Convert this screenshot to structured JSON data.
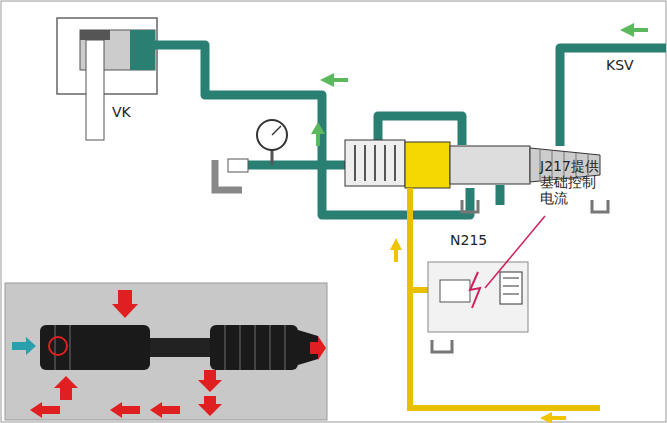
{
  "diagram": {
    "labels": [
      "VK",
      "KSV",
      "N215",
      "J217提供基础控制电流"
    ]
  }
}
